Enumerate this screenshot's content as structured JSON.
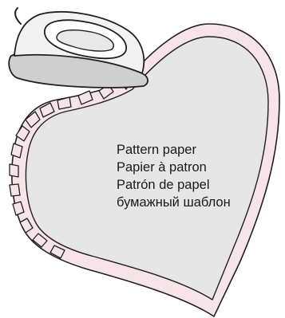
{
  "illustration": {
    "labels": [
      "Pattern paper",
      "Papier à patron",
      "Patrón de papel",
      "бумажный шаблон"
    ],
    "colors": {
      "paper_fill": "#e6e6e6",
      "fabric_edge": "#f7e4e8",
      "outline": "#231f20",
      "iron_body": "#f2f2f2",
      "iron_soleplate": "#cfcfcf"
    },
    "icons": [
      "heart-pattern-paper",
      "iron-icon",
      "fabric-notches"
    ]
  }
}
